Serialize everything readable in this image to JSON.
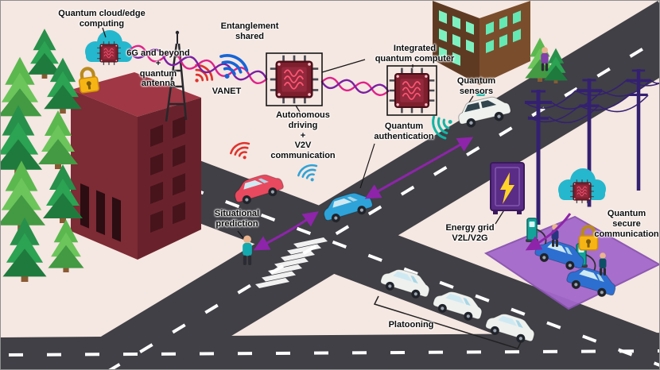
{
  "labels": {
    "quantum_cloud_edge": "Quantum cloud/edge\ncomputing",
    "entanglement_shared": "Entanglement\nshared",
    "six_g": "6G and beyond\n+\nquantum\nantenna",
    "vanet": "VANET",
    "integrated_quantum_computer": "Integrated\nquantum computer",
    "autonomous_driving": "Autonomous\ndriving\n+\nV2V\ncommunication",
    "quantum_authentication": "Quantum\nauthentication",
    "quantum_sensors": "Quantum\nsensors",
    "situational_prediction": "Situational\nprediction",
    "energy_grid": "Energy grid\nV2L/V2G",
    "quantum_secure": "Quantum\nsecure\ncommunication",
    "platooning": "Platooning"
  },
  "colors": {
    "background": "#f5e7e1",
    "road": "#404046",
    "road_marking": "#ffffff",
    "arrow_purple": "#8e24aa",
    "entangle_pink": "#e0218a",
    "entangle_purple": "#7b1fa2",
    "cloud_teal": "#25b7cd",
    "lock_gold": "#f7b515",
    "chip_maroon": "#7e1f2e",
    "building_maroon": "#7d2b34",
    "building_brown": "#6b4527",
    "tree_green": "#2e9e4f",
    "pad_purple": "#a468cb",
    "bolt_yellow": "#ffd428",
    "car_red": "#e8495e",
    "car_blue": "#2ea3d9",
    "car_white": "#eef1ee",
    "ev_blue": "#2d6fd1",
    "wifi_blue": "#1565d8",
    "wifi_red": "#e0332c",
    "sensor_teal": "#12b5a5",
    "pylon_purple": "#342071"
  },
  "icons": {
    "cloud_chip_icon": "teal cloud with quantum chip",
    "padlock_icon": "gold padlock",
    "quantum_chip_icon": "maroon microchip with wave pattern",
    "entanglement_wave_icon": "twisted pink/purple photon pair",
    "wifi_icon": "radio signal arcs",
    "antenna_icon": "lattice mast with signal arcs",
    "sensor_fan_icon": "teal sensing arcs",
    "lightning_bolt_icon": "yellow bolt on purple cabinet",
    "car_icon": "sedan side view",
    "charger_icon": "teal EV charging post",
    "person_icon": "pedestrian figure",
    "pylon_icon": "power transmission pole",
    "tree_icon": "pine tree"
  }
}
